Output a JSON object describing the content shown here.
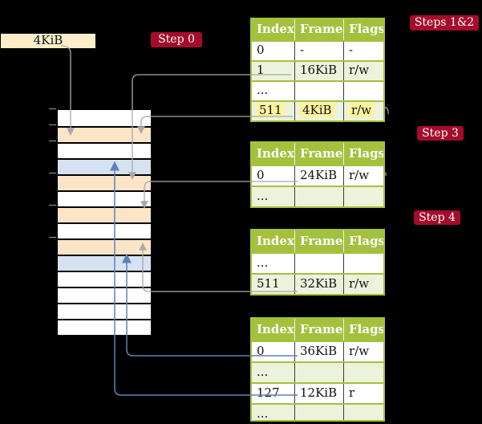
{
  "colors": {
    "background": "#000000",
    "table_header_green": "#a3c13d",
    "table_row_green": "#edf2dc",
    "highlight_yellow": "#fdf49f",
    "badge_red": "#a50c2b",
    "frame_orange": "#fce4c7",
    "frame_blue": "#d6e2f2",
    "legend_cream": "#fbeec8",
    "line_gray": "#a9a9a9",
    "line_blue": "#5e82b6"
  },
  "legend": {
    "frame_size": "4KiB"
  },
  "badges": {
    "step0": "Step 0",
    "steps12": "Steps 1&2",
    "step3": "Step 3",
    "step4": "Step 4"
  },
  "memory": {
    "rows": [
      {
        "cls": "mrow m-white"
      },
      {
        "cls": "mrow m-orange"
      },
      {
        "cls": "mrow m-white"
      },
      {
        "cls": "mrow m-blue"
      },
      {
        "cls": "mrow m-orange"
      },
      {
        "cls": "mrow m-white"
      },
      {
        "cls": "mrow m-orange"
      },
      {
        "cls": "mrow m-white"
      },
      {
        "cls": "mrow m-orange"
      },
      {
        "cls": "mrow m-blue"
      },
      {
        "cls": "mrow m-white"
      },
      {
        "cls": "mrow m-white"
      },
      {
        "cls": "mrow m-white"
      },
      {
        "cls": "mrow m-white"
      }
    ]
  },
  "tables": [
    {
      "headers": [
        "Index",
        "Frame",
        "Flags"
      ],
      "rows": [
        {
          "cls": "trow t-white",
          "cells": [
            "0",
            "-",
            "-"
          ]
        },
        {
          "cls": "trow t-green",
          "cells": [
            "1",
            "16KiB",
            "r/w"
          ]
        },
        {
          "cls": "trow t-white",
          "cells": [
            "...",
            "",
            ""
          ]
        },
        {
          "cls": "trow t-green",
          "hl_cls": "hl",
          "cells": [
            "511",
            "4KiB",
            "r/w"
          ]
        }
      ]
    },
    {
      "headers": [
        "Index",
        "Frame",
        "Flags"
      ],
      "rows": [
        {
          "cls": "trow t-white",
          "cells": [
            "0",
            "24KiB",
            "r/w"
          ]
        },
        {
          "cls": "trow t-green",
          "cells": [
            "...",
            "",
            ""
          ]
        }
      ]
    },
    {
      "headers": [
        "Index",
        "Frame",
        "Flags"
      ],
      "rows": [
        {
          "cls": "trow t-white",
          "cells": [
            "...",
            "",
            ""
          ]
        },
        {
          "cls": "trow t-green",
          "cells": [
            "511",
            "32KiB",
            "r/w"
          ]
        }
      ]
    },
    {
      "headers": [
        "Index",
        "Frame",
        "Flags"
      ],
      "rows": [
        {
          "cls": "trow t-white",
          "cells": [
            "0",
            "36KiB",
            "r/w"
          ]
        },
        {
          "cls": "trow t-green",
          "cells": [
            "...",
            "",
            ""
          ]
        },
        {
          "cls": "trow t-white",
          "cells": [
            "127",
            "12KiB",
            "r"
          ]
        },
        {
          "cls": "trow t-green short",
          "cells": [
            "...",
            "",
            ""
          ]
        }
      ]
    }
  ]
}
